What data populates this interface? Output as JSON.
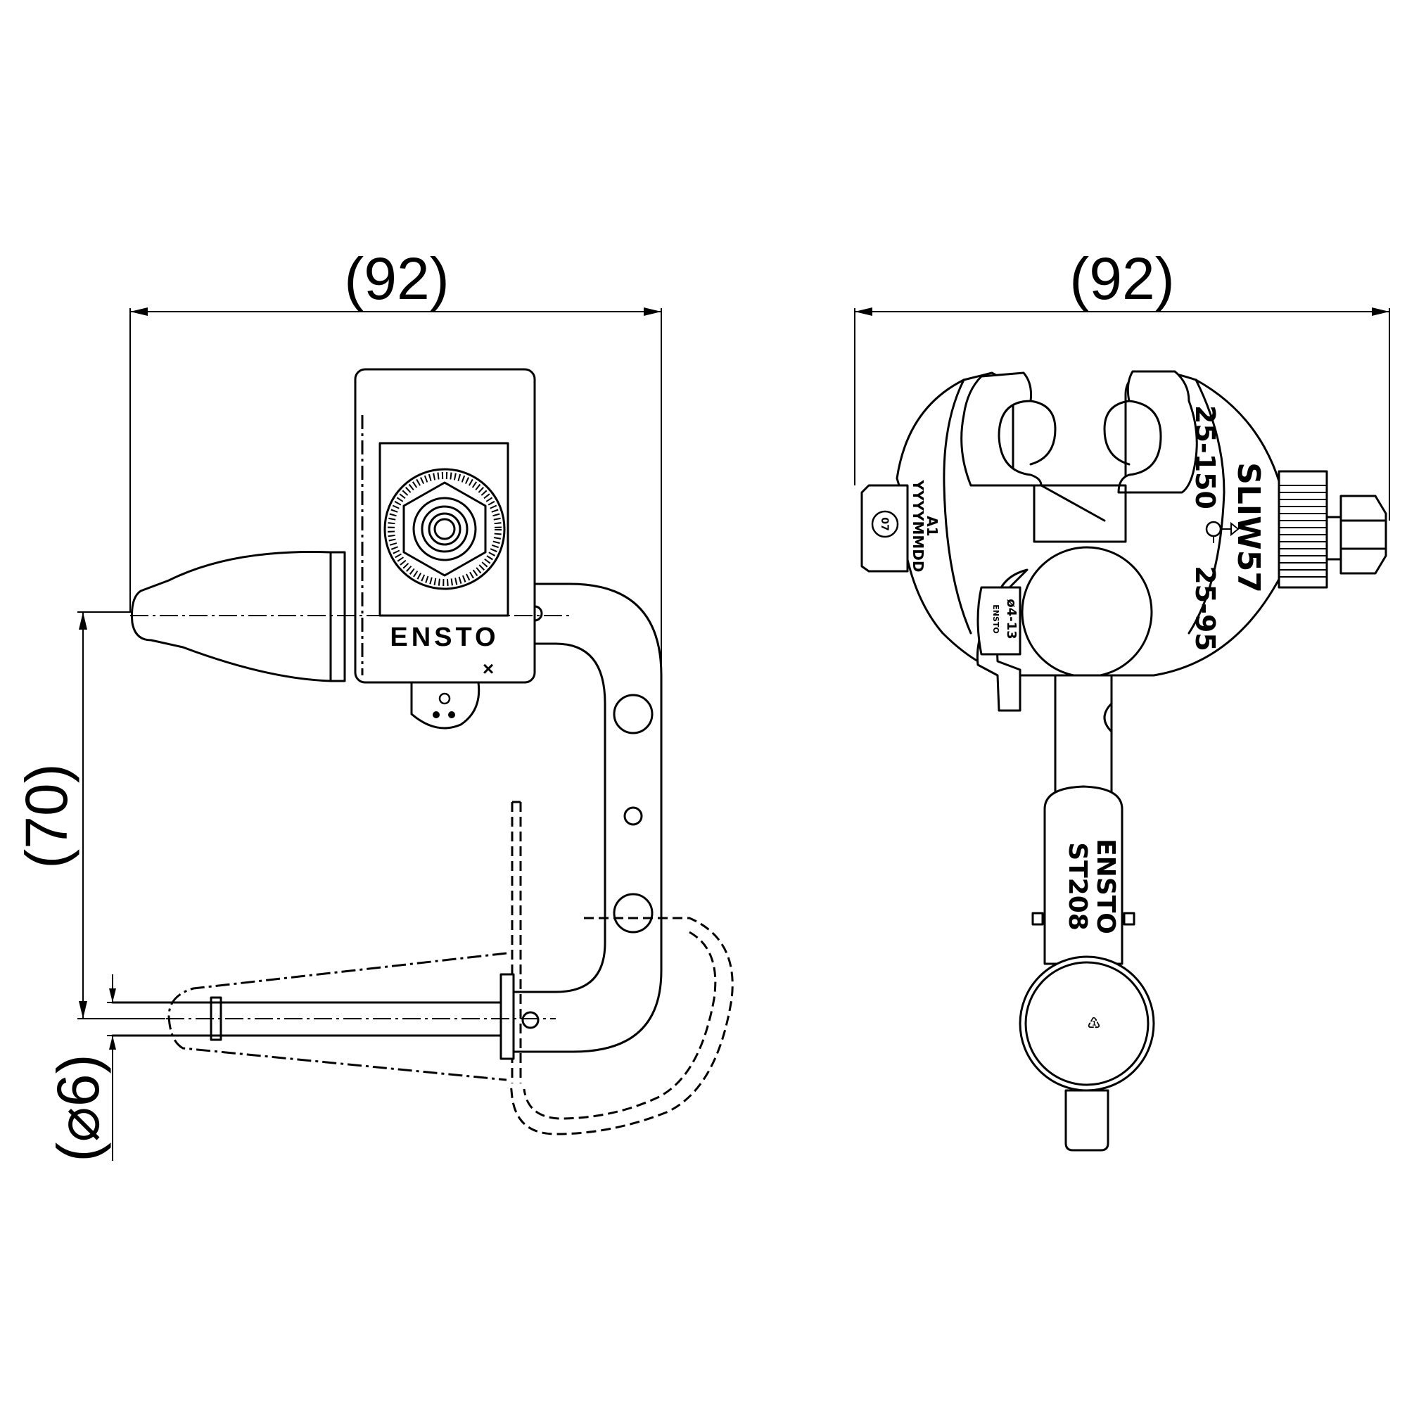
{
  "left_view": {
    "width_dimension": "(92)",
    "height_dimension": "(70)",
    "diameter_dimension": "(⌀6)",
    "housing_brand": "ENSTO",
    "housing_mark": "×"
  },
  "right_view": {
    "width_dimension": "(92)",
    "model": "SLIW57",
    "range_main": "25-150",
    "range_branch": "25-95",
    "date_code": "A1",
    "date_format": "YYYYMMDD",
    "cap_range": "ø4-13",
    "cap_brand": "ENSTO",
    "recycle_code": "07",
    "cap_brand_large": "ENSTO",
    "cap_model": "ST208"
  }
}
